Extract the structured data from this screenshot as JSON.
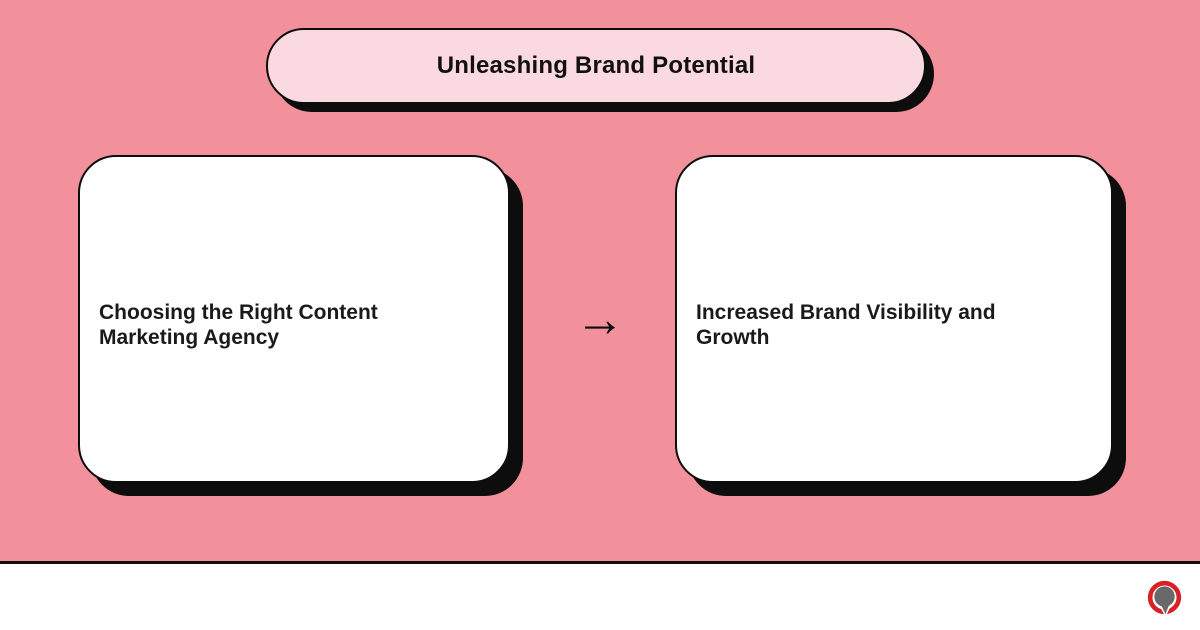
{
  "canvas": {
    "background_color": "#F2919B",
    "outline_color": "#0D0D0D"
  },
  "header": {
    "title": "Unleashing Brand Potential",
    "pill_fill_color": "#FBD9E0"
  },
  "flow": {
    "cards": [
      {
        "label": "Choosing the Right Content Marketing Agency"
      },
      {
        "label": "Increased Brand Visibility and Growth"
      }
    ],
    "arrow_glyph": "→"
  },
  "footer": {
    "background_color": "#FFFFFF",
    "logo": {
      "name": "speech-bubble-logo",
      "ring_color": "#D92027",
      "bubble_color": "#696969"
    }
  }
}
